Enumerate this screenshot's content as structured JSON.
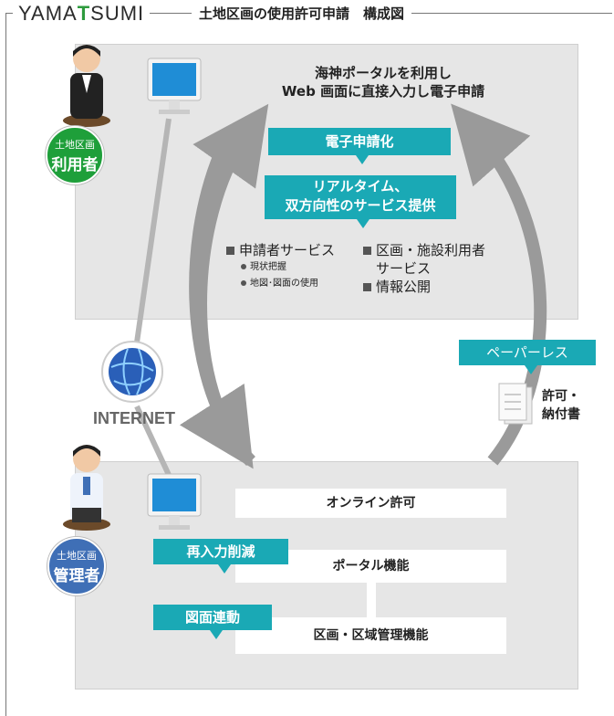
{
  "header": {
    "logo": "YAMATSUMI",
    "title": "土地区画の使用許可申請　構成図"
  },
  "colors": {
    "teal": "#1aa9b5",
    "green": "#1e9f3a",
    "blue": "#3f6fb6",
    "panel": "#e6e6e6",
    "arrow": "#9a9a9a"
  },
  "user": {
    "role_small": "土地区画",
    "role_big": "利用者"
  },
  "admin": {
    "role_small": "土地区画",
    "role_big": "管理者"
  },
  "top_panel": {
    "desc_line1": "海神ポータルを利用し",
    "desc_line2": "Web 画面に直接入力し電子申請",
    "tag_electronic": "電子申請化",
    "tag_realtime_1": "リアルタイム、",
    "tag_realtime_2": "双方向性のサービス提供",
    "services": {
      "applicant": "申請者サービス",
      "applicant_sub1": "現状把握",
      "applicant_sub2": "地図･図面の使用",
      "area_1": "区画・施設利用者",
      "area_2": "サービス",
      "disclosure": "情報公開"
    }
  },
  "internet": {
    "label": "INTERNET",
    "icon": "globe-icon"
  },
  "paperless": {
    "tag": "ペーパーレス",
    "doc_line1": "許可・",
    "doc_line2": "納付書",
    "icon": "document-icon"
  },
  "bottom_panel": {
    "online_permit": "オンライン許可",
    "portal": "ポータル機能",
    "area_mgmt": "区画・区域管理機能",
    "tag_reinput": "再入力削減",
    "tag_drawing": "図面連動"
  }
}
